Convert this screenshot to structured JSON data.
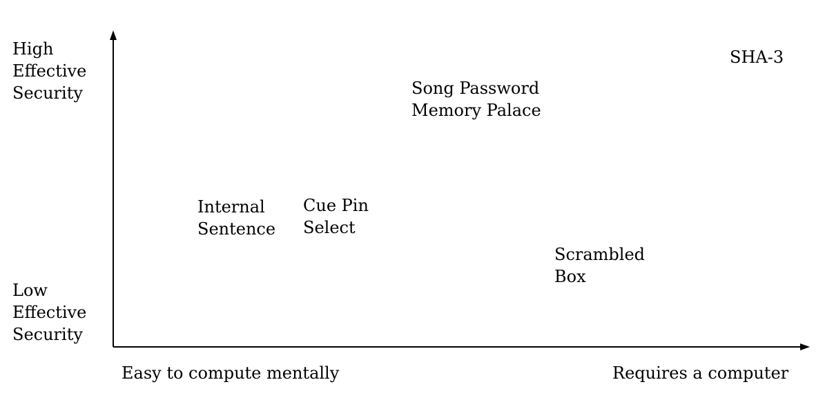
{
  "axis_labels": {
    "y_high": [
      "High",
      "Effective",
      "Security"
    ],
    "y_low": [
      "Low",
      "Effective",
      "Security"
    ],
    "x_left": "Easy to compute mentally",
    "x_right": "Requires a computer"
  },
  "items": [
    {
      "id": "sha3",
      "lines": [
        "SHA-3"
      ]
    },
    {
      "id": "song",
      "lines": [
        "Song Password",
        "Memory Palace"
      ]
    },
    {
      "id": "internal",
      "lines": [
        "Internal",
        "Sentence"
      ]
    },
    {
      "id": "cuepin",
      "lines": [
        "Cue Pin",
        "Select"
      ]
    },
    {
      "id": "scrambled",
      "lines": [
        "Scrambled",
        "Box"
      ]
    }
  ],
  "colors": {
    "axis": "#000000",
    "text": "#000000",
    "background": "#ffffff"
  }
}
